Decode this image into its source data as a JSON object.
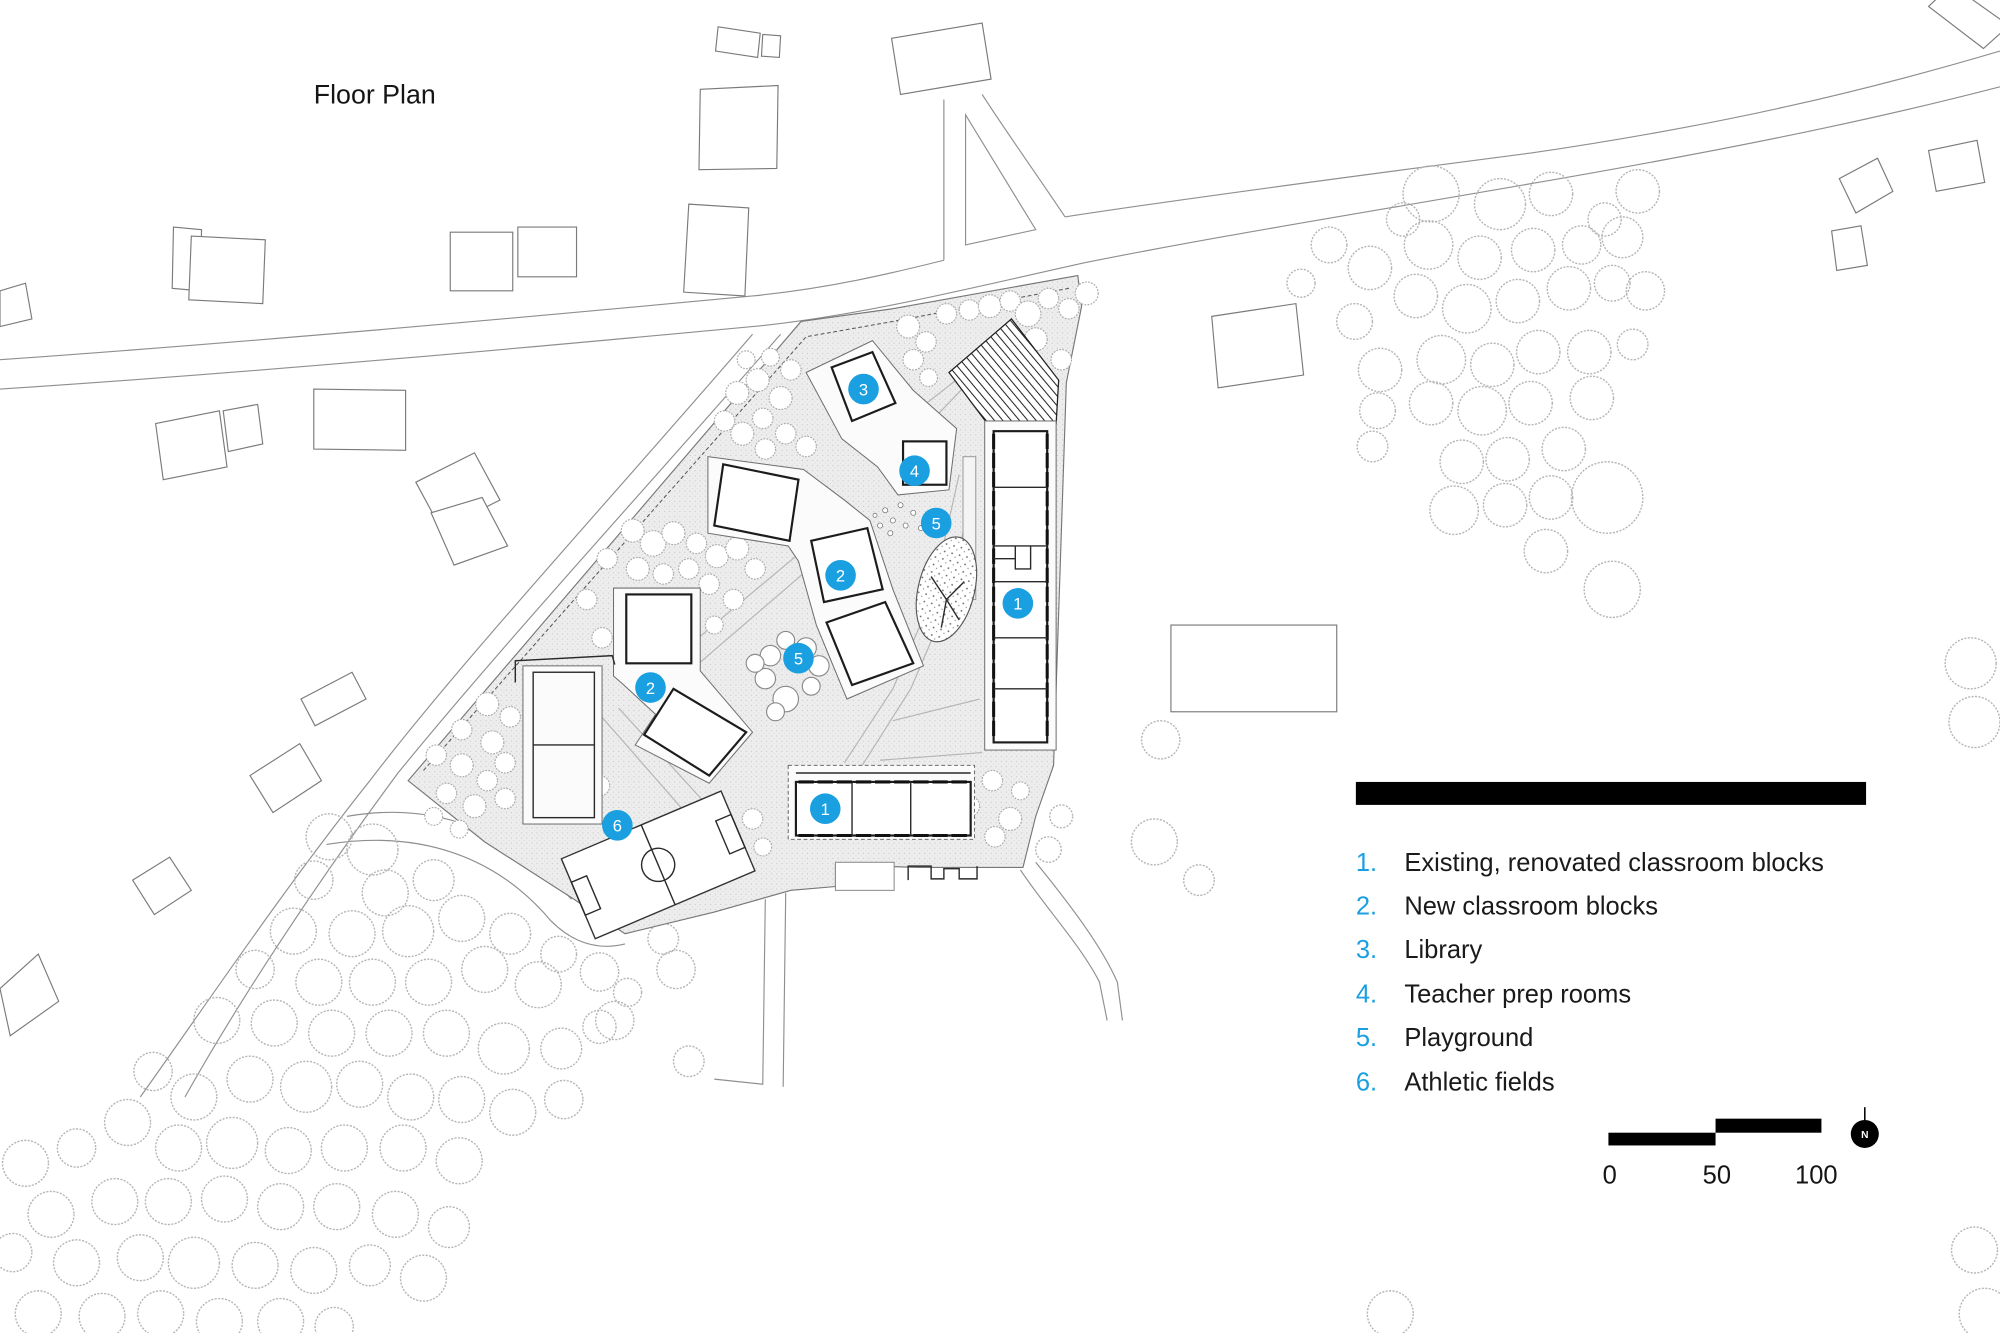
{
  "title": "Floor Plan",
  "legend": [
    {
      "number": "1.",
      "label": "Existing, renovated classroom blocks"
    },
    {
      "number": "2.",
      "label": "New classroom blocks"
    },
    {
      "number": "3.",
      "label": "Library"
    },
    {
      "number": "4.",
      "label": "Teacher prep rooms"
    },
    {
      "number": "5.",
      "label": "Playground"
    },
    {
      "number": "6.",
      "label": "Athletic fields"
    }
  ],
  "markers": [
    "3",
    "4",
    "5",
    "2",
    "1",
    "5",
    "2",
    "1",
    "6"
  ],
  "scale_bar": {
    "ticks": [
      "0",
      "50",
      "100"
    ]
  },
  "north_arrow": {
    "label": "N"
  },
  "colors": {
    "accent": "#1a9fe0",
    "ink": "#000000",
    "site_fill": "#ececec"
  }
}
